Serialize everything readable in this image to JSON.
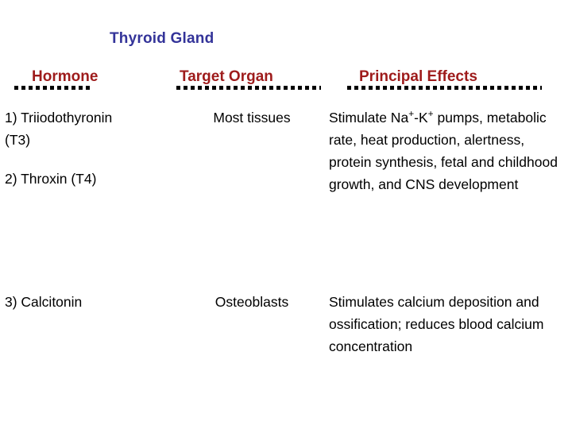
{
  "slide": {
    "title": "Thyroid Gland",
    "title_color": "#333399",
    "header_color": "#9E1B1B",
    "body_color": "#000000",
    "background": "#ffffff"
  },
  "table": {
    "headers": [
      {
        "label": "Hormone",
        "name": "hormone"
      },
      {
        "label": "Target Organ",
        "name": "target-organ"
      },
      {
        "label": "Principal Effects",
        "name": "principal-effects"
      }
    ],
    "rows": [
      {
        "hormone_line1": "1) Triiodothyronin",
        "hormone_line2": "(T3)",
        "hormone_line3": "2) Throxin (T4)",
        "target": "Most tissues",
        "effects_prefix": "Stimulate Na",
        "effects_sup1": "+",
        "effects_mid": "-K",
        "effects_sup2": "+",
        "effects_rest": " pumps, metabolic rate, heat production, alertness, protein synthesis, fetal and childhood growth, and CNS development"
      },
      {
        "hormone": "3) Calcitonin",
        "target": "Osteoblasts",
        "effects": "Stimulates calcium deposition and ossification; reduces blood calcium concentration"
      }
    ]
  }
}
